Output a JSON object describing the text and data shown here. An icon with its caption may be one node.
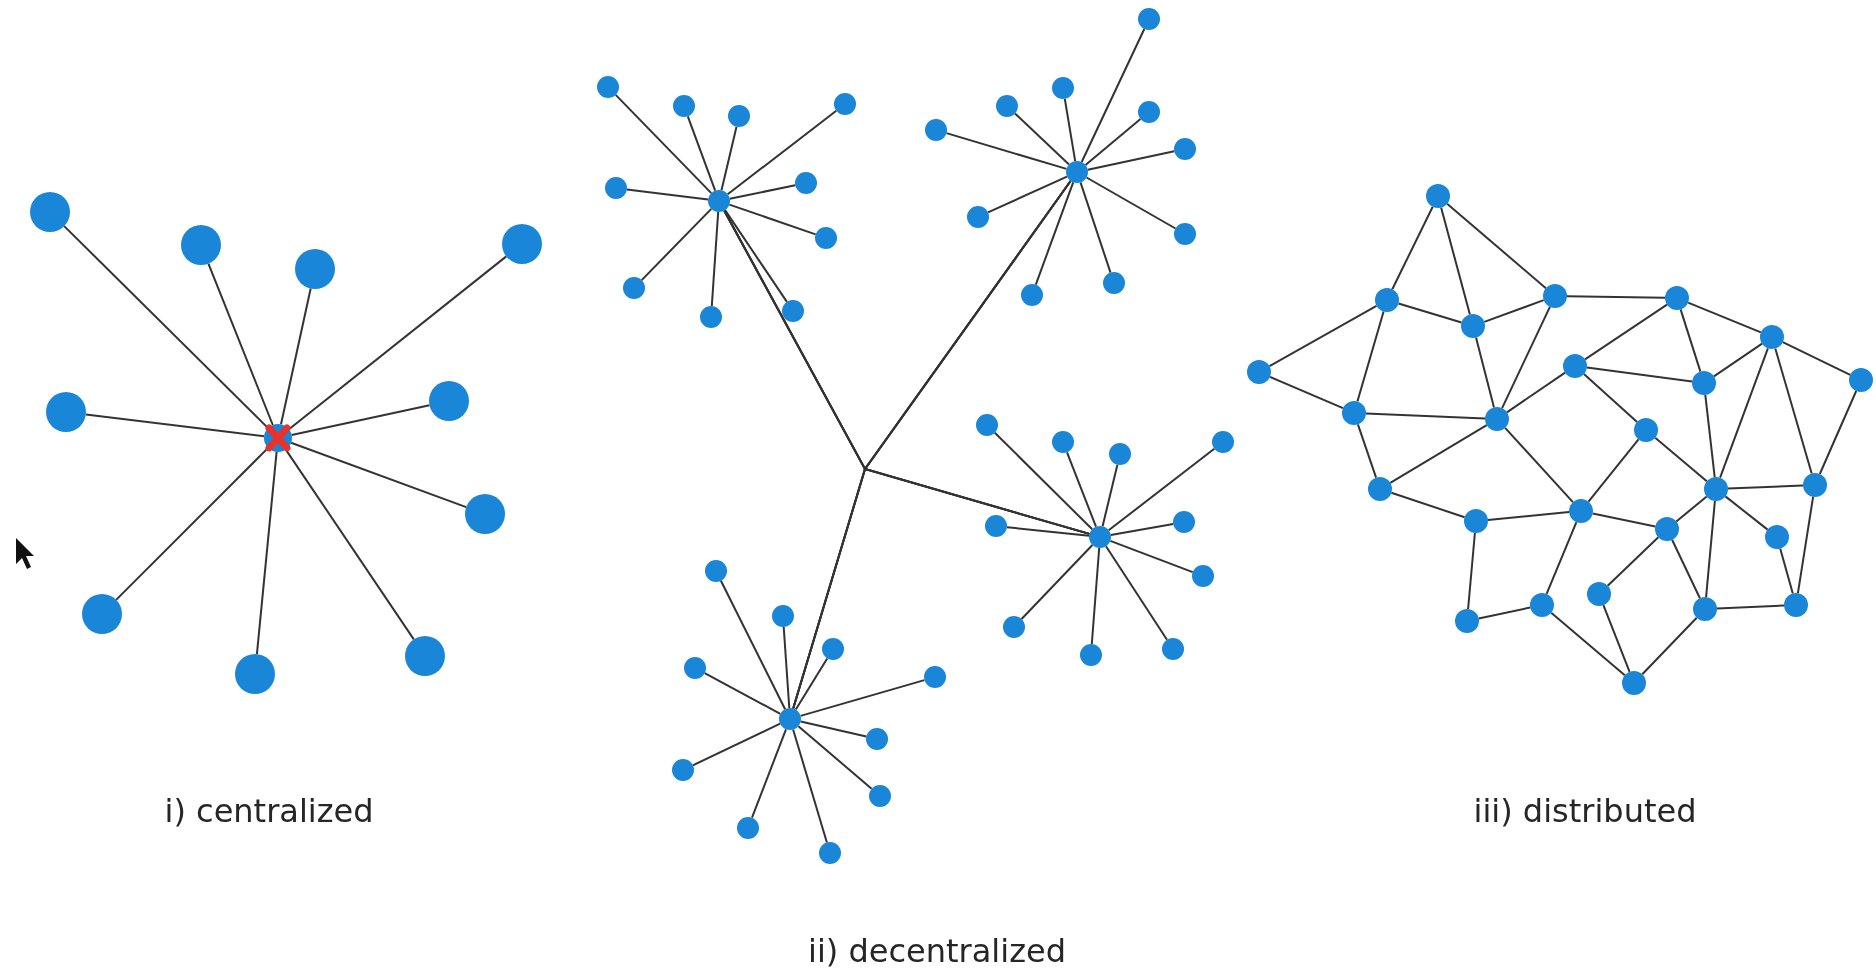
{
  "diagram": {
    "nodes": [
      {
        "text": [],
        "shape": "circle"
      },
      {
        "text": [],
        "shape": "circle"
      },
      {
        "text": [],
        "shape": "circle"
      },
      {
        "text": [],
        "shape": "circle"
      },
      {
        "text": [],
        "shape": "circle"
      },
      {
        "text": [],
        "shape": "circle"
      },
      {
        "text": [],
        "shape": "circle"
      },
      {
        "text": [],
        "shape": "circle"
      },
      {
        "text": [],
        "shape": "circle"
      },
      {
        "text": [],
        "shape": "circle"
      },
      {
        "text": [],
        "shape": "circle"
      },
      {
        "text": [],
        "shape": "circle"
      },
      {
        "text": [],
        "shape": "circle"
      },
      {
        "text": [],
        "shape": "circle"
      },
      {
        "text": [],
        "shape": "circle"
      },
      {
        "text": [],
        "shape": "circle"
      },
      {
        "text": [],
        "shape": "circle"
      },
      {
        "text": [],
        "shape": "circle"
      },
      {
        "text": [],
        "shape": "circle"
      },
      {
        "text": [],
        "shape": "circle"
      },
      {
        "text": [],
        "shape": "circle"
      },
      {
        "text": [],
        "shape": "circle"
      },
      {
        "text": [],
        "shape": "circle"
      },
      {
        "text": [],
        "shape": "circle"
      },
      {
        "text": [],
        "shape": "circle"
      },
      {
        "text": [],
        "shape": "circle"
      },
      {
        "text": [],
        "shape": "circle"
      },
      {
        "text": [],
        "shape": "circle"
      },
      {
        "text": [],
        "shape": "circle"
      },
      {
        "text": [],
        "shape": "circle"
      },
      {
        "text": [],
        "shape": "circle"
      },
      {
        "text": [],
        "shape": "circle"
      },
      {
        "text": [],
        "shape": "circle"
      },
      {
        "text": [],
        "shape": "circle"
      },
      {
        "text": [],
        "shape": "circle"
      },
      {
        "text": [],
        "shape": "circle"
      },
      {
        "text": [],
        "shape": "circle"
      },
      {
        "text": [],
        "shape": "circle"
      },
      {
        "text": [],
        "shape": "circle"
      },
      {
        "text": [],
        "shape": "circle"
      },
      {
        "text": [],
        "shape": "circle"
      },
      {
        "text": [],
        "shape": "circle"
      },
      {
        "text": [],
        "shape": "circle"
      },
      {
        "text": [],
        "shape": "circle"
      },
      {
        "text": [],
        "shape": "circle"
      },
      {
        "text": [],
        "shape": "circle"
      },
      {
        "text": [],
        "shape": "circle"
      },
      {
        "text": [],
        "shape": "circle"
      },
      {
        "text": [],
        "shape": "circle"
      },
      {
        "text": [],
        "shape": "circle"
      },
      {
        "text": [],
        "shape": "circle"
      },
      {
        "text": [],
        "shape": "circle"
      },
      {
        "text": [],
        "shape": "circle"
      },
      {
        "text": [],
        "shape": "circle"
      },
      {
        "text": [],
        "shape": "circle"
      },
      {
        "text": [],
        "shape": "circle"
      },
      {
        "text": [],
        "shape": "circle"
      },
      {
        "text": [],
        "shape": "circle"
      },
      {
        "text": [],
        "shape": "circle"
      },
      {
        "text": [],
        "shape": "circle"
      },
      {
        "text": [],
        "shape": "circle"
      },
      {
        "text": [],
        "shape": "circle"
      },
      {
        "text": [],
        "shape": "circle"
      },
      {
        "text": [],
        "shape": "circle"
      },
      {
        "text": [],
        "shape": "circle"
      },
      {
        "text": [],
        "shape": "circle"
      },
      {
        "text": [],
        "shape": "circle"
      },
      {
        "text": [],
        "shape": "circle"
      },
      {
        "text": [],
        "shape": "circle"
      },
      {
        "text": [],
        "shape": "circle"
      },
      {
        "text": [],
        "shape": "circle"
      },
      {
        "text": [],
        "shape": "circle"
      },
      {
        "text": [],
        "shape": "circle"
      },
      {
        "text": [],
        "shape": "circle"
      },
      {
        "text": [],
        "shape": "circle"
      },
      {
        "text": [],
        "shape": "circle"
      },
      {
        "text": [],
        "shape": "circle"
      },
      {
        "text": [],
        "shape": "circle"
      },
      {
        "text": [],
        "shape": "circle"
      },
      {
        "text": [],
        "shape": "circle"
      },
      {
        "text": [],
        "shape": "circle"
      }
    ],
    "edges": [
      {
        "from": 0,
        "to": 1,
        "arrow": "none"
      },
      {
        "from": 0,
        "to": 2,
        "arrow": "none"
      },
      {
        "from": 0,
        "to": 3,
        "arrow": "none"
      },
      {
        "from": 0,
        "to": 4,
        "arrow": "none"
      },
      {
        "from": 0,
        "to": 5,
        "arrow": "none"
      },
      {
        "from": 0,
        "to": 6,
        "arrow": "none"
      },
      {
        "from": 0,
        "to": 7,
        "arrow": "none"
      },
      {
        "from": 0,
        "to": 8,
        "arrow": "none"
      },
      {
        "from": 0,
        "to": 9,
        "arrow": "none"
      },
      {
        "from": 0,
        "to": 10,
        "arrow": "none"
      },
      {
        "from": 11,
        "to": 12,
        "arrow": "none"
      },
      {
        "from": 11,
        "to": 13,
        "arrow": "none"
      },
      {
        "from": 11,
        "to": 14,
        "arrow": "none"
      },
      {
        "from": 11,
        "to": 15,
        "arrow": "none"
      },
      {
        "from": 11,
        "to": 16,
        "arrow": "none"
      },
      {
        "from": 11,
        "to": 17,
        "arrow": "none"
      },
      {
        "from": 11,
        "to": 18,
        "arrow": "none"
      },
      {
        "from": 11,
        "to": 19,
        "arrow": "none"
      },
      {
        "from": 11,
        "to": 20,
        "arrow": "none"
      },
      {
        "from": 11,
        "to": 21,
        "arrow": "none"
      },
      {
        "from": 22,
        "to": 23,
        "arrow": "none"
      },
      {
        "from": 22,
        "to": 24,
        "arrow": "none"
      },
      {
        "from": 22,
        "to": 25,
        "arrow": "none"
      },
      {
        "from": 22,
        "to": 26,
        "arrow": "none"
      },
      {
        "from": 22,
        "to": 27,
        "arrow": "none"
      },
      {
        "from": 22,
        "to": 28,
        "arrow": "none"
      },
      {
        "from": 22,
        "to": 29,
        "arrow": "none"
      },
      {
        "from": 22,
        "to": 30,
        "arrow": "none"
      },
      {
        "from": 22,
        "to": 31,
        "arrow": "none"
      },
      {
        "from": 22,
        "to": 32,
        "arrow": "none"
      },
      {
        "from": 33,
        "to": 34,
        "arrow": "none"
      },
      {
        "from": 33,
        "to": 35,
        "arrow": "none"
      },
      {
        "from": 33,
        "to": 36,
        "arrow": "none"
      },
      {
        "from": 33,
        "to": 37,
        "arrow": "none"
      },
      {
        "from": 33,
        "to": 38,
        "arrow": "none"
      },
      {
        "from": 33,
        "to": 39,
        "arrow": "none"
      },
      {
        "from": 33,
        "to": 40,
        "arrow": "none"
      },
      {
        "from": 33,
        "to": 41,
        "arrow": "none"
      },
      {
        "from": 33,
        "to": 42,
        "arrow": "none"
      },
      {
        "from": 33,
        "to": 43,
        "arrow": "none"
      },
      {
        "from": 44,
        "to": 45,
        "arrow": "none"
      },
      {
        "from": 44,
        "to": 46,
        "arrow": "none"
      },
      {
        "from": 44,
        "to": 47,
        "arrow": "none"
      },
      {
        "from": 44,
        "to": 48,
        "arrow": "none"
      },
      {
        "from": 44,
        "to": 49,
        "arrow": "none"
      },
      {
        "from": 44,
        "to": 50,
        "arrow": "none"
      },
      {
        "from": 44,
        "to": 51,
        "arrow": "none"
      },
      {
        "from": 44,
        "to": 52,
        "arrow": "none"
      },
      {
        "from": 44,
        "to": 53,
        "arrow": "none"
      },
      {
        "from": 44,
        "to": 54,
        "arrow": "none"
      },
      {
        "from": 11,
        "to": 22,
        "arrow": "none"
      },
      {
        "from": 11,
        "to": 33,
        "arrow": "none"
      },
      {
        "from": 11,
        "to": 44,
        "arrow": "none"
      },
      {
        "from": 22,
        "to": 33,
        "arrow": "none"
      },
      {
        "from": 22,
        "to": 44,
        "arrow": "none"
      },
      {
        "from": 33,
        "to": 44,
        "arrow": "none"
      },
      {
        "from": 55,
        "to": 56,
        "arrow": "none"
      },
      {
        "from": 55,
        "to": 57,
        "arrow": "none"
      },
      {
        "from": 55,
        "to": 58,
        "arrow": "none"
      },
      {
        "from": 56,
        "to": 57,
        "arrow": "none"
      },
      {
        "from": 56,
        "to": 61,
        "arrow": "none"
      },
      {
        "from": 56,
        "to": 65,
        "arrow": "none"
      },
      {
        "from": 57,
        "to": 58,
        "arrow": "none"
      },
      {
        "from": 57,
        "to": 66,
        "arrow": "none"
      },
      {
        "from": 58,
        "to": 59,
        "arrow": "none"
      },
      {
        "from": 58,
        "to": 66,
        "arrow": "none"
      },
      {
        "from": 59,
        "to": 62,
        "arrow": "none"
      },
      {
        "from": 59,
        "to": 63,
        "arrow": "none"
      },
      {
        "from": 59,
        "to": 60,
        "arrow": "none"
      },
      {
        "from": 60,
        "to": 63,
        "arrow": "none"
      },
      {
        "from": 60,
        "to": 69,
        "arrow": "none"
      },
      {
        "from": 60,
        "to": 70,
        "arrow": "none"
      },
      {
        "from": 60,
        "to": 64,
        "arrow": "none"
      },
      {
        "from": 61,
        "to": 65,
        "arrow": "none"
      },
      {
        "from": 62,
        "to": 66,
        "arrow": "none"
      },
      {
        "from": 62,
        "to": 63,
        "arrow": "none"
      },
      {
        "from": 62,
        "to": 67,
        "arrow": "none"
      },
      {
        "from": 63,
        "to": 69,
        "arrow": "none"
      },
      {
        "from": 64,
        "to": 70,
        "arrow": "none"
      },
      {
        "from": 65,
        "to": 66,
        "arrow": "none"
      },
      {
        "from": 65,
        "to": 68,
        "arrow": "none"
      },
      {
        "from": 66,
        "to": 68,
        "arrow": "none"
      },
      {
        "from": 66,
        "to": 72,
        "arrow": "none"
      },
      {
        "from": 67,
        "to": 72,
        "arrow": "none"
      },
      {
        "from": 67,
        "to": 69,
        "arrow": "none"
      },
      {
        "from": 68,
        "to": 71,
        "arrow": "none"
      },
      {
        "from": 69,
        "to": 70,
        "arrow": "none"
      },
      {
        "from": 69,
        "to": 73,
        "arrow": "none"
      },
      {
        "from": 69,
        "to": 74,
        "arrow": "none"
      },
      {
        "from": 69,
        "to": 78,
        "arrow": "none"
      },
      {
        "from": 71,
        "to": 72,
        "arrow": "none"
      },
      {
        "from": 71,
        "to": 77,
        "arrow": "none"
      },
      {
        "from": 72,
        "to": 73,
        "arrow": "none"
      },
      {
        "from": 72,
        "to": 76,
        "arrow": "none"
      },
      {
        "from": 73,
        "to": 75,
        "arrow": "none"
      },
      {
        "from": 73,
        "to": 78,
        "arrow": "none"
      },
      {
        "from": 74,
        "to": 79,
        "arrow": "none"
      },
      {
        "from": 70,
        "to": 79,
        "arrow": "none"
      },
      {
        "from": 76,
        "to": 77,
        "arrow": "none"
      },
      {
        "from": 76,
        "to": 80,
        "arrow": "none"
      },
      {
        "from": 75,
        "to": 80,
        "arrow": "none"
      },
      {
        "from": 78,
        "to": 79,
        "arrow": "none"
      },
      {
        "from": 78,
        "to": 80,
        "arrow": "none"
      }
    ],
    "labels": [
      "i) centralized",
      "iii) distributed",
      "ii) decentralized"
    ]
  }
}
